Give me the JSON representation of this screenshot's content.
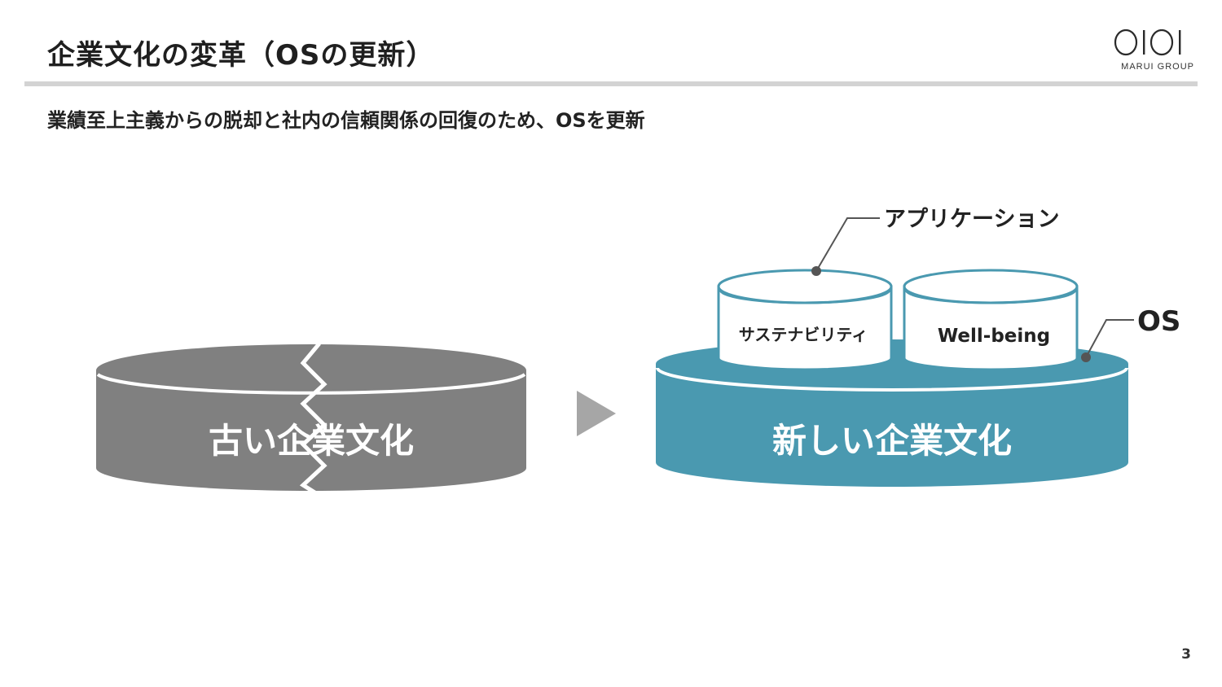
{
  "header": {
    "title": "企業文化の変革（OSの更新）",
    "logo_text": "MARUI GROUP"
  },
  "subtitle": "業績至上主義からの脱却と社内の信頼関係の回復のため、OSを更新",
  "diagram": {
    "old_culture": "古い企業文化",
    "new_culture": "新しい企業文化",
    "applications_label": "アプリケーション",
    "os_label": "OS",
    "app_left": "サステナビリティ",
    "app_right": "Well-being"
  },
  "colors": {
    "old_culture": "#808080",
    "new_culture": "#4a99b0",
    "arrow": "#a6a6a6",
    "rule": "#d3d3d3"
  },
  "page_number": "3"
}
